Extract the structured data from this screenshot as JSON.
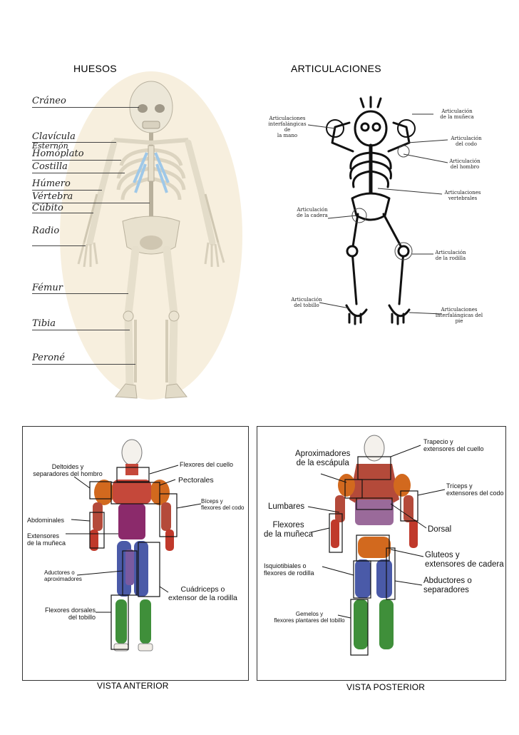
{
  "headings": {
    "bones": "HUESOS",
    "joints": "ARTICULACIONES"
  },
  "bones": {
    "labels": [
      "Cráneo",
      "Clavícula",
      "Esternón",
      "Homóplato",
      "Costilla",
      "Húmero",
      "Vértebra",
      "Cúbito",
      "Radio",
      "Fémur",
      "Tibia",
      "Peroné"
    ]
  },
  "joints": {
    "labels": [
      "Articulaciones\ninterfalángicas de\nla mano",
      "Articulación\nde la muñeca",
      "Articulación\ndel codo",
      "Articulación\ndel hombro",
      "Articulaciones\nvertebrales",
      "Articulación\nde la cadera",
      "Articulación\nde la rodilla",
      "Articulación\ndel tobillo",
      "Articulaciones\ninterfalángicas del pie"
    ]
  },
  "anterior": {
    "caption": "VISTA ANTERIOR",
    "labels": [
      "Deltoides y\nseparadores del hombro",
      "Flexores del cuello",
      "Pectorales",
      "Bíceps y\nflexores del codo",
      "Abdominales",
      "Extensores\nde la muñeca",
      "Aductores o\naproximadores",
      "Cuádriceps o\nextensor de la rodilla",
      "Flexores dorsales\ndel tobillo"
    ]
  },
  "posterior": {
    "caption": "VISTA POSTERIOR",
    "labels": [
      "Trapecio y\nextensores del cuello",
      "Aproximadores\nde la escápula",
      "Tríceps y\nextensores del codo",
      "Lumbares",
      "Flexores\nde la muñeca",
      "Dorsal",
      "Gluteos y\nextensores de cadera",
      "Isquiotibiales o\nflexores de rodilla",
      "Abductores o\nseparadores",
      "Gemelos y\nflexores plantares del tobillo"
    ]
  },
  "colors": {
    "bone": "#ece7d8",
    "rib_cartilage": "#9fc8e8",
    "deltoid": "#d2691e",
    "chest": "#b43c3c",
    "abs": "#8b2a6b",
    "quad": "#4a5aa8",
    "calf": "#3f8f3a",
    "forearm": "#c0392b"
  }
}
